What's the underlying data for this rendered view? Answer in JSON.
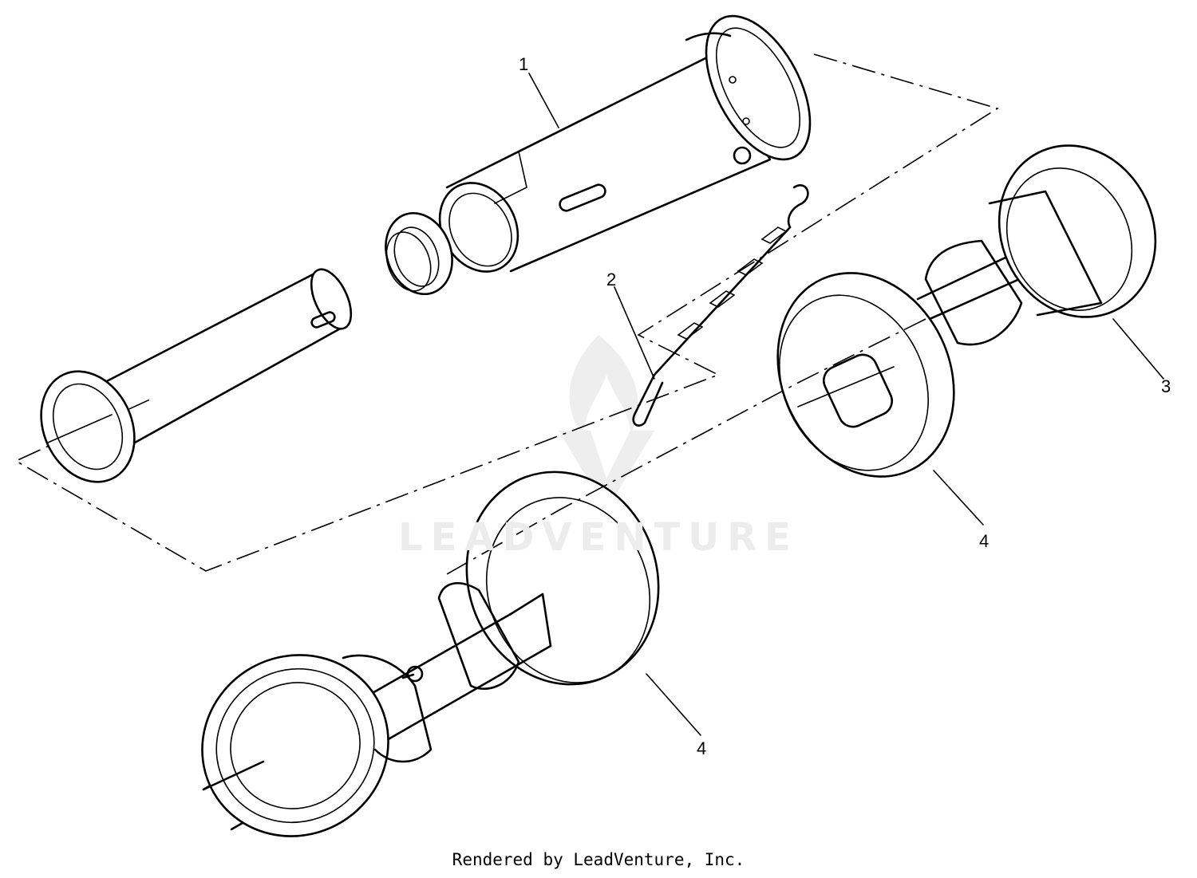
{
  "callouts": {
    "part1": "1",
    "part2": "2",
    "part3": "3",
    "part4_upper": "4",
    "part4_lower": "4"
  },
  "watermark": {
    "brand": "LEADVENTURE"
  },
  "footer": {
    "credit": "Rendered by LeadVenture, Inc."
  },
  "colors": {
    "line": "#000000",
    "background": "#ffffff",
    "watermark": "#ececec"
  }
}
